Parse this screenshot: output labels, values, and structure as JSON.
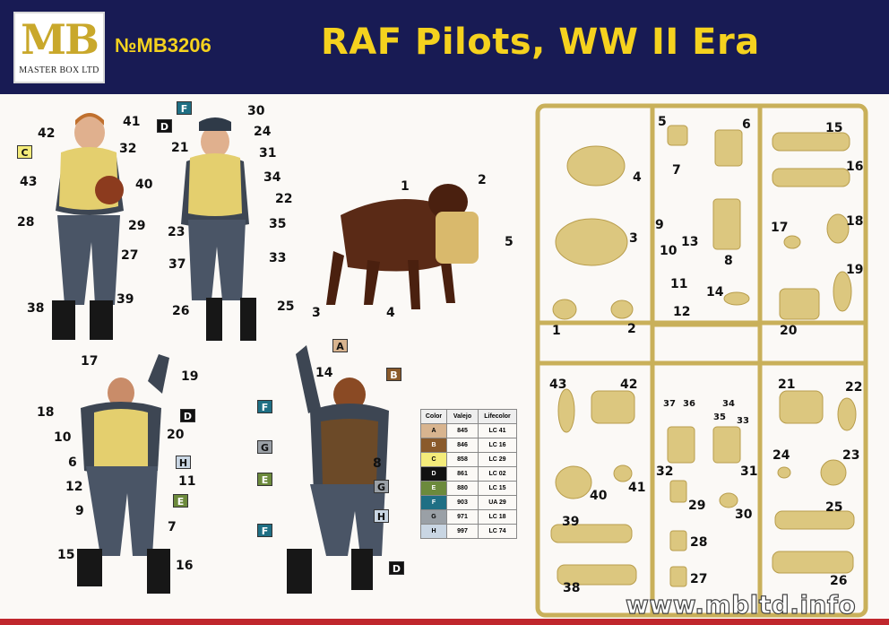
{
  "header": {
    "logo": "MB",
    "logo_sub": "MASTER BOX LTD",
    "catalog_number": "№MB3206",
    "title": "RAF Pilots, WW II Era"
  },
  "colors": {
    "header_bg": "#181b54",
    "title_yellow": "#f5d21e",
    "sprue_plastic": "#dcc77f",
    "bottom_stripe": "#c0272d"
  },
  "figure_labels": [
    "41",
    "42",
    "32",
    "43",
    "40",
    "28",
    "29",
    "27",
    "38",
    "39",
    "30",
    "24",
    "21",
    "31",
    "34",
    "22",
    "23",
    "35",
    "37",
    "33",
    "26",
    "25",
    "1",
    "2",
    "5",
    "3",
    "4",
    "17",
    "19",
    "18",
    "20",
    "10",
    "6",
    "11",
    "12",
    "9",
    "7",
    "15",
    "16",
    "14",
    "8"
  ],
  "color_boxes": [
    "C",
    "F",
    "D",
    "D",
    "H",
    "E",
    "A",
    "B",
    "F",
    "G",
    "E",
    "G",
    "H",
    "F",
    "D"
  ],
  "sprue_labels": [
    "5",
    "6",
    "15",
    "16",
    "4",
    "7",
    "3",
    "9",
    "10",
    "13",
    "8",
    "17",
    "18",
    "19",
    "11",
    "14",
    "12",
    "1",
    "2",
    "20",
    "43",
    "42",
    "21",
    "22",
    "37",
    "36",
    "34",
    "35",
    "33",
    "24",
    "23",
    "32",
    "31",
    "40",
    "41",
    "29",
    "30",
    "25",
    "39",
    "28",
    "38",
    "27",
    "26"
  ],
  "palette": {
    "headers": [
      "Color",
      "Valejo",
      "Lifecolor"
    ],
    "rows": [
      {
        "code": "A",
        "swatch": "#d8b48f",
        "vallejo": "845",
        "lifecolor": "LC 41"
      },
      {
        "code": "B",
        "swatch": "#8a5a2b",
        "vallejo": "846",
        "lifecolor": "LC 16"
      },
      {
        "code": "C",
        "swatch": "#f4ec7a",
        "vallejo": "858",
        "lifecolor": "LC 29"
      },
      {
        "code": "D",
        "swatch": "#111111",
        "vallejo": "861",
        "lifecolor": "LC 02"
      },
      {
        "code": "E",
        "swatch": "#6c8a3c",
        "vallejo": "880",
        "lifecolor": "LC 15"
      },
      {
        "code": "F",
        "swatch": "#1f6f84",
        "vallejo": "903",
        "lifecolor": "UA 29"
      },
      {
        "code": "G",
        "swatch": "#9aa0a6",
        "vallejo": "971",
        "lifecolor": "LC 18"
      },
      {
        "code": "H",
        "swatch": "#c9d6e3",
        "vallejo": "997",
        "lifecolor": "LC 74"
      }
    ]
  },
  "watermark": "www.mbltd.info"
}
